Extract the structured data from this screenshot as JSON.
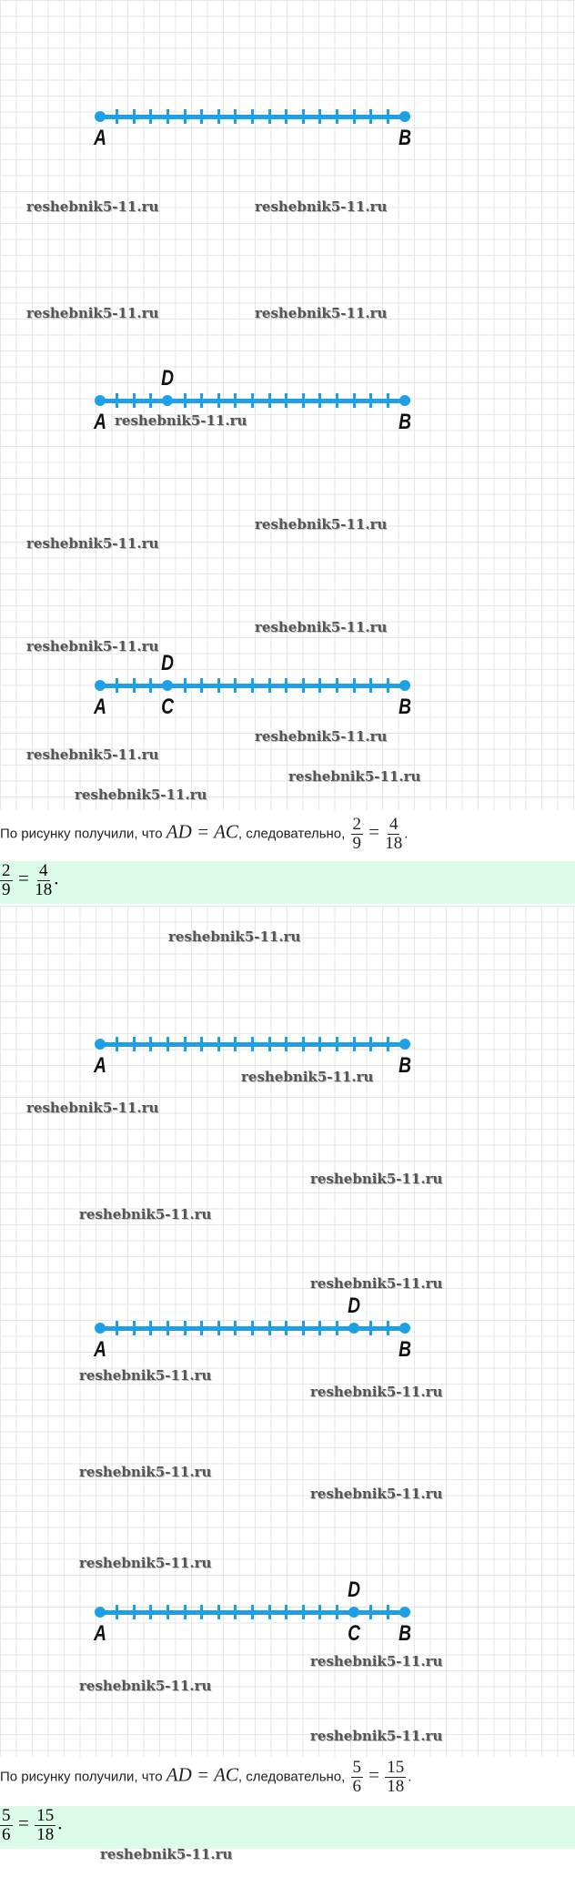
{
  "figures": [
    {
      "segments": 18,
      "points": [
        {
          "label": "A",
          "tick": 0,
          "side": "below"
        },
        {
          "label": "B",
          "tick": 18,
          "side": "below"
        }
      ]
    },
    {
      "segments": 18,
      "points": [
        {
          "label": "A",
          "tick": 0,
          "side": "below"
        },
        {
          "label": "D",
          "tick": 4,
          "side": "above"
        },
        {
          "label": "B",
          "tick": 18,
          "side": "below"
        }
      ]
    },
    {
      "segments": 18,
      "points": [
        {
          "label": "A",
          "tick": 0,
          "side": "below"
        },
        {
          "label": "D",
          "tick": 4,
          "side": "above"
        },
        {
          "label": "C",
          "tick": 4,
          "side": "below"
        },
        {
          "label": "B",
          "tick": 18,
          "side": "below"
        }
      ]
    },
    {
      "segments": 18,
      "points": [
        {
          "label": "A",
          "tick": 0,
          "side": "below"
        },
        {
          "label": "B",
          "tick": 18,
          "side": "below"
        }
      ]
    },
    {
      "segments": 18,
      "points": [
        {
          "label": "A",
          "tick": 0,
          "side": "below"
        },
        {
          "label": "D",
          "tick": 15,
          "side": "above"
        },
        {
          "label": "B",
          "tick": 18,
          "side": "below"
        }
      ]
    },
    {
      "segments": 18,
      "points": [
        {
          "label": "A",
          "tick": 0,
          "side": "below"
        },
        {
          "label": "D",
          "tick": 15,
          "side": "above"
        },
        {
          "label": "C",
          "tick": 15,
          "side": "below"
        },
        {
          "label": "B",
          "tick": 18,
          "side": "below"
        }
      ]
    }
  ],
  "watermark": "reshebnik5-11.ru",
  "conclusion1": {
    "prefix": "По рисунку получили, что",
    "eq": "AD = AC",
    "middle": ", следовательно,",
    "num1": "2",
    "den1": "9",
    "num2": "4",
    "den2": "18"
  },
  "conclusion2": {
    "prefix": "По рисунку получили, что",
    "eq": "AD = AC",
    "middle": ", следовательно,",
    "num1": "5",
    "den1": "6",
    "num2": "15",
    "den2": "18"
  },
  "equals": "=",
  "period": ".",
  "colors": {
    "line": "#1ea0e6",
    "answer_bg": "#dcfce9"
  }
}
